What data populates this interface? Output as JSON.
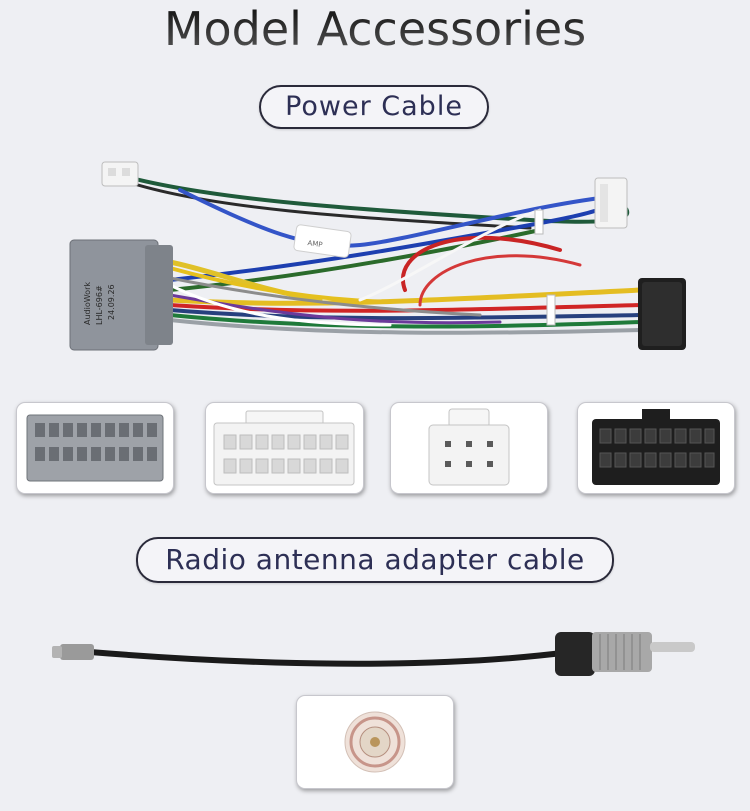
{
  "header": {
    "title": "Model Accessories"
  },
  "sections": {
    "power": {
      "label": "Power Cable"
    },
    "radio": {
      "label": "Radio antenna adapter cable"
    }
  },
  "harness": {
    "connector_text": [
      "AudioWork",
      "LHL-696#",
      "24.09.26"
    ],
    "amp_label": "AMP"
  },
  "connectors": [
    {
      "id": "gray-harness-connector-face"
    },
    {
      "id": "white-16pin-connector-face"
    },
    {
      "id": "white-6pin-connector-face"
    },
    {
      "id": "black-iso-connector-face"
    }
  ],
  "colors": {
    "background": "#eeeff3",
    "pill_text": "#2d2f55",
    "gray_plug": "#8f949c",
    "white_plug": "#f3f3f3",
    "black_plug": "#222222"
  }
}
